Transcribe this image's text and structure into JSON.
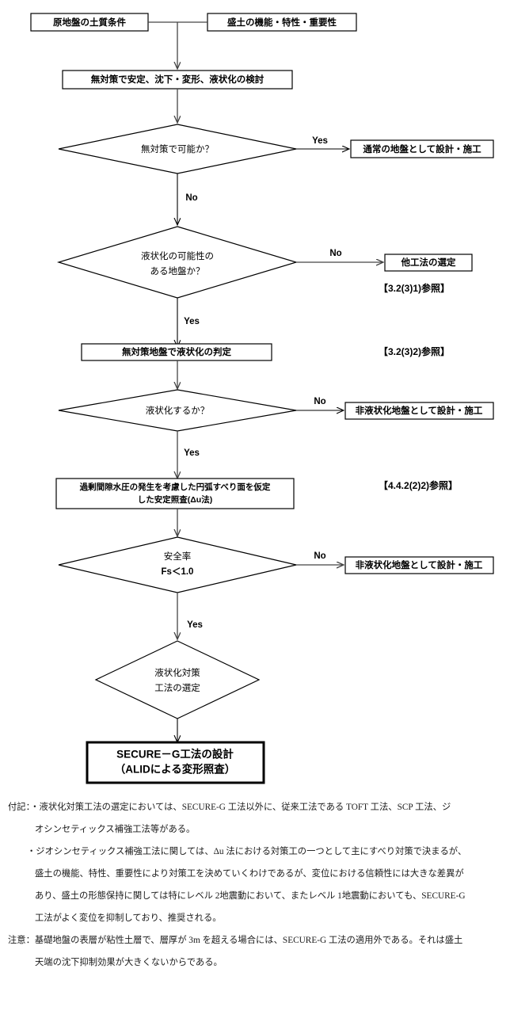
{
  "diagram": {
    "title": "液状化対策工法選定フローチャート",
    "nodes": {
      "ground_conditions": "原地盤の土質条件",
      "embankment_function": "盛土の機能・特性・重要性",
      "no_measure_study": "無対策で安定、沈下・変形、液状化の検討",
      "d1": "無対策で可能か？",
      "out1": "通常の地盤として設計・施工",
      "d2_line1": "液状化の可能性の",
      "d2_line2": "ある地盤か？",
      "out2": "他工法の選定",
      "judge_liquefaction": "無対策地盤で液状化の判定",
      "d3": "液状化するか？",
      "out3": "非液状化地盤として設計・施工",
      "stability_line1": "過剰間隙水圧の発生を考慮した円弧すべり面を仮定",
      "stability_line2": "した安定照査(Δu法)",
      "d4_line1": "安全率",
      "d4_line2": "Fs＜1.0",
      "out4": "非液状化地盤として設計・施工",
      "d5_line1": "液状化対策",
      "d5_line2": "工法の選定",
      "final_line1": "SECURE－G工法の設計",
      "final_line2": "（ALIDによる変形照査）"
    },
    "edge_labels": {
      "yes1": "Yes",
      "no1": "No",
      "no2": "No",
      "yes2": "Yes",
      "no3": "No",
      "yes3": "Yes",
      "no4": "No",
      "yes4": "Yes"
    },
    "references": {
      "ref1": "【3.2(3)1)参照】",
      "ref2": "【3.2(3)2)参照】",
      "ref3": "【4.4.2(2)2)参照】"
    }
  },
  "notes": {
    "appendix_label": "付記：",
    "caution_label": "注意：",
    "lines": [
      "付記：・液状化対策工法の選定においては、SECURE-G 工法以外に、従来工法である TOFT 工法、SCP 工法、ジ",
      "オシンセティックス補強工法等がある。",
      "・ジオシンセティックス補強工法に関しては、Δu 法における対策工の一つとして主にすべり対策で決まるが、",
      "盛土の機能、特性、重要性により対策工を決めていくわけであるが、変位における信頼性には大きな差異が",
      "あり、盛土の形態保持に関しては特にレベル 2地震動において、またレベル 1地震動においても、SECURE-G",
      "工法がよく変位を抑制しており、推奨される。",
      "注意：基礎地盤の表層が粘性土層で、層厚が 3m を超える場合には、SECURE-G 工法の適用外である。それは盛土",
      "天端の沈下抑制効果が大きくないからである。"
    ]
  },
  "colors": {
    "line": "#444444",
    "border": "#000000",
    "background": "#ffffff",
    "text": "#000000"
  }
}
